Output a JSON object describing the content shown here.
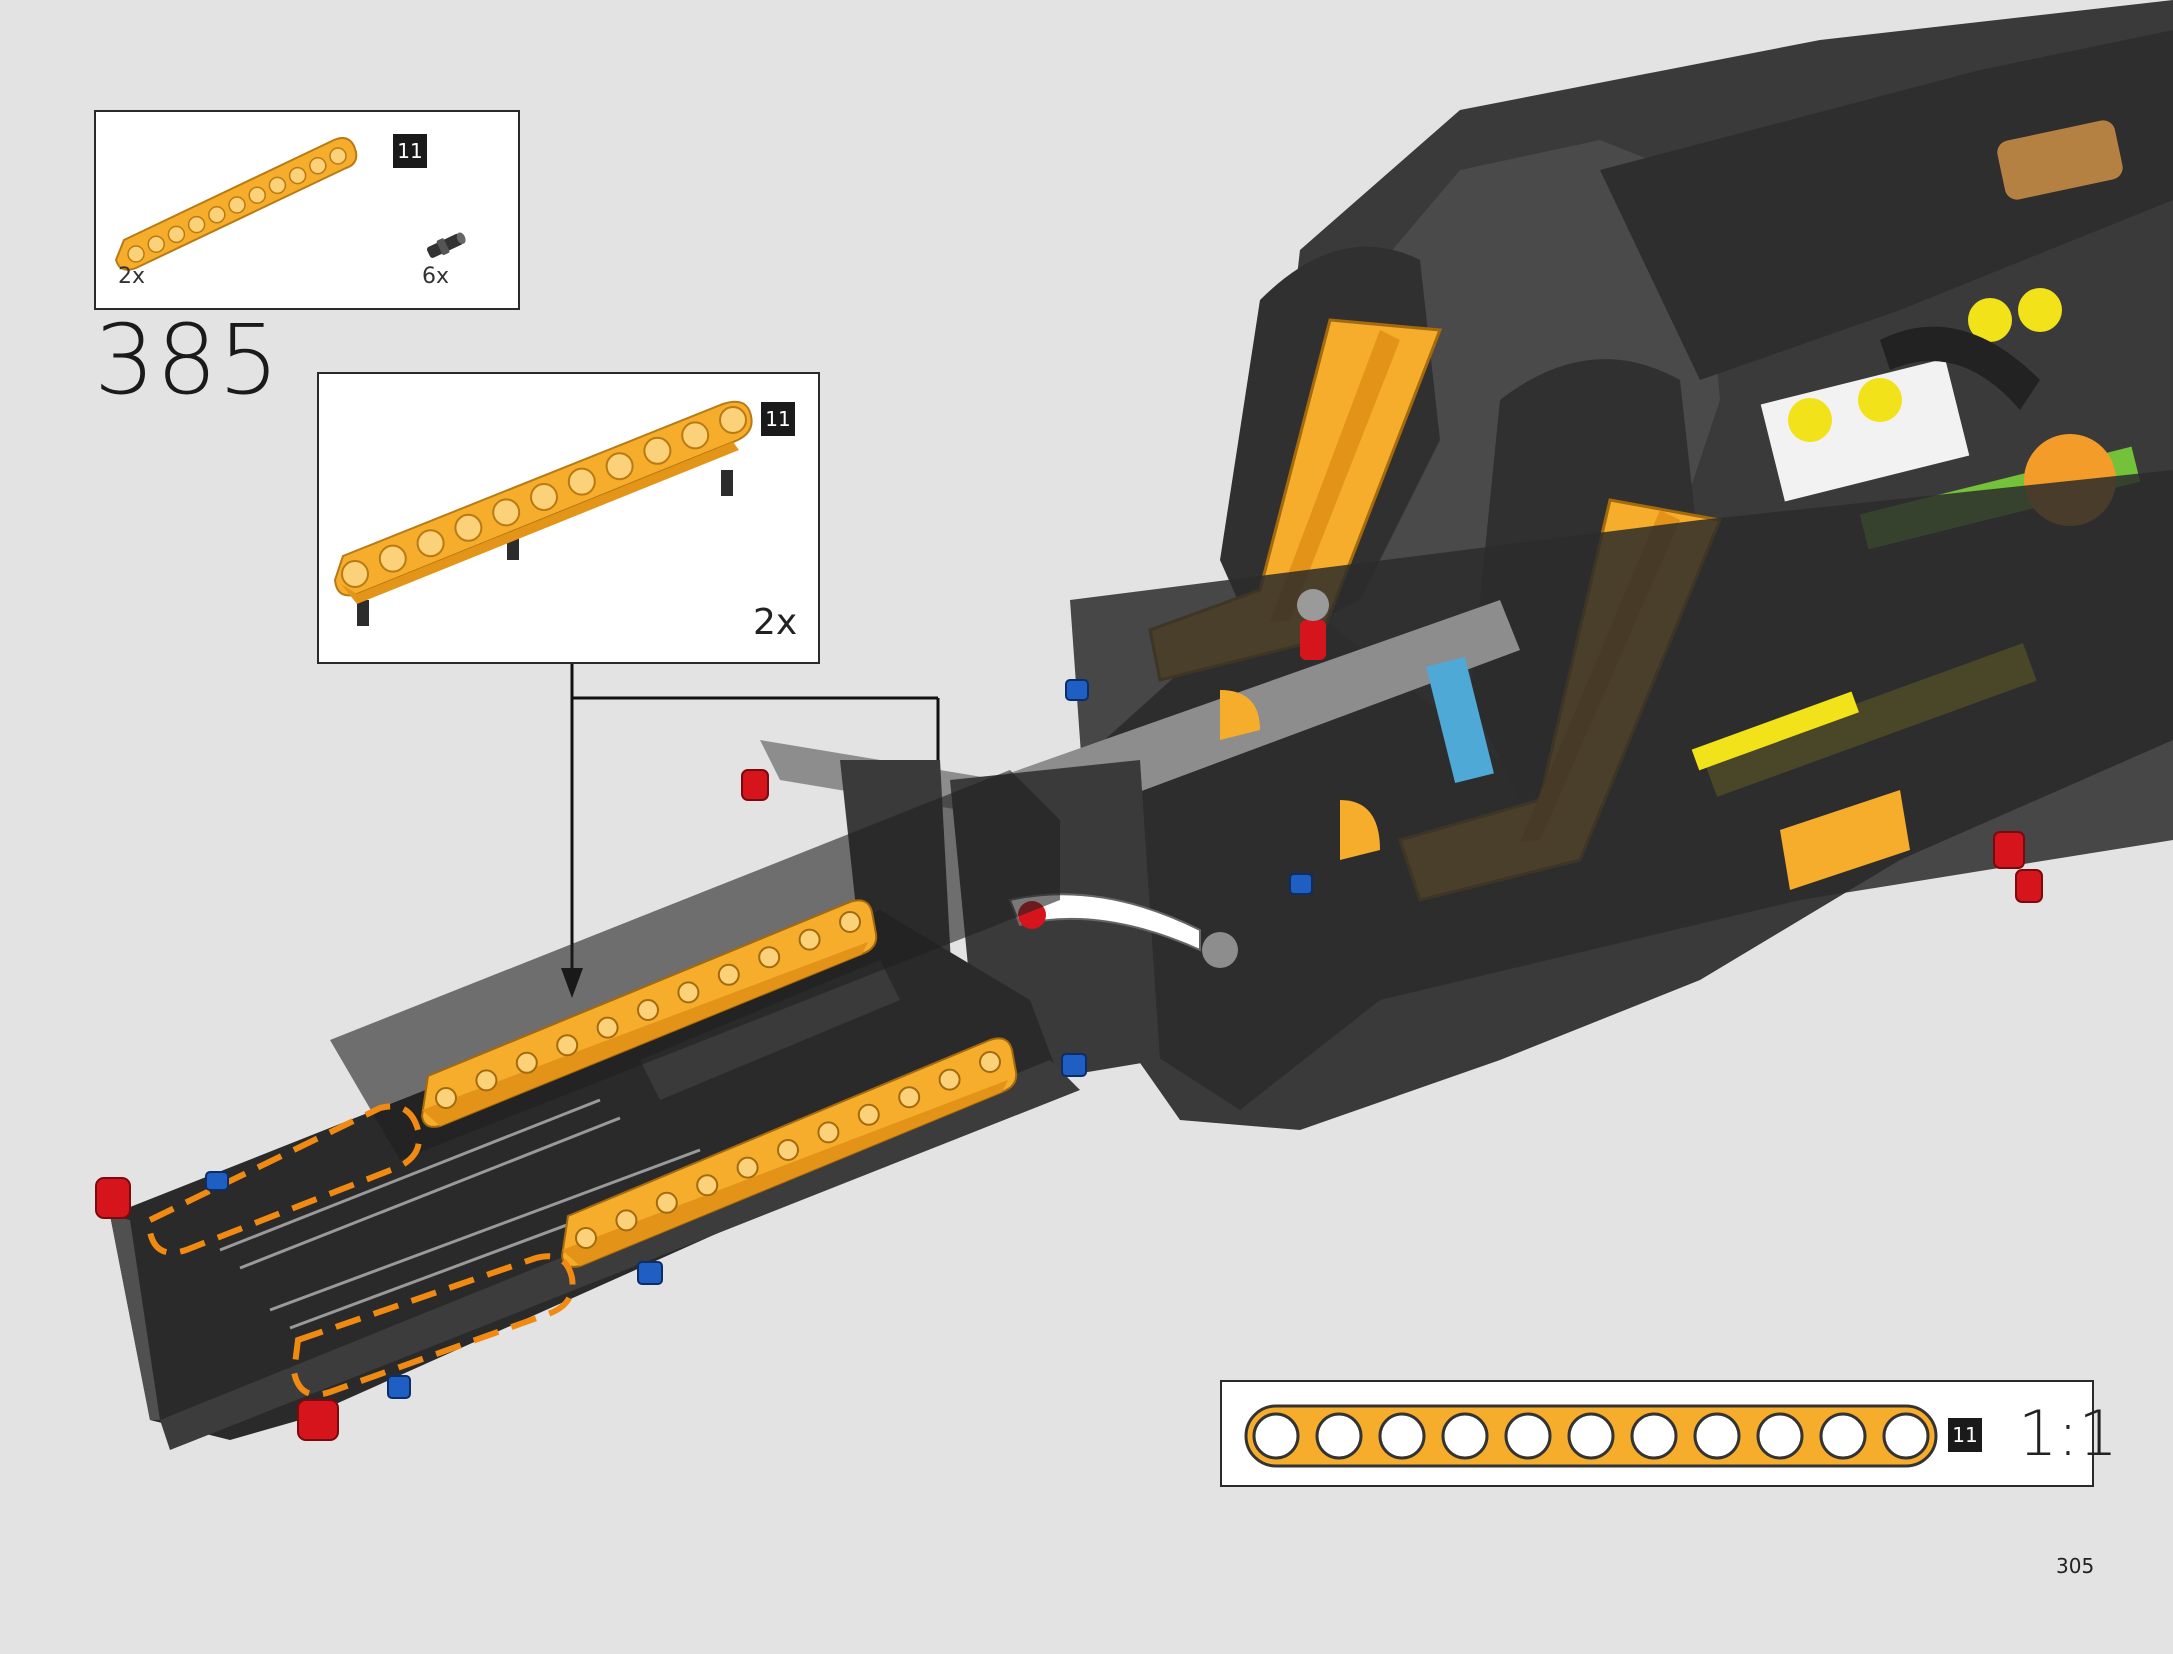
{
  "step": {
    "number": "385"
  },
  "page": {
    "number": "305"
  },
  "parts_list": {
    "items": [
      {
        "part": "orange-11-beam",
        "quantity": "2x",
        "length_badge": "11"
      },
      {
        "part": "black-pin",
        "quantity": "6x"
      }
    ]
  },
  "subassembly": {
    "length_badge": "11",
    "multiplier": "2x"
  },
  "scale_guide": {
    "length_badge": "11",
    "ratio": "1:1",
    "hole_count": 11
  },
  "colors": {
    "beam_orange": "#f7ad2c",
    "frame_black": "#2c2c2c",
    "frame_gray": "#8d8d8d",
    "pin_red": "#d6141c",
    "pin_blue": "#1f5fc4",
    "highlight_orange": "#f08a12"
  }
}
